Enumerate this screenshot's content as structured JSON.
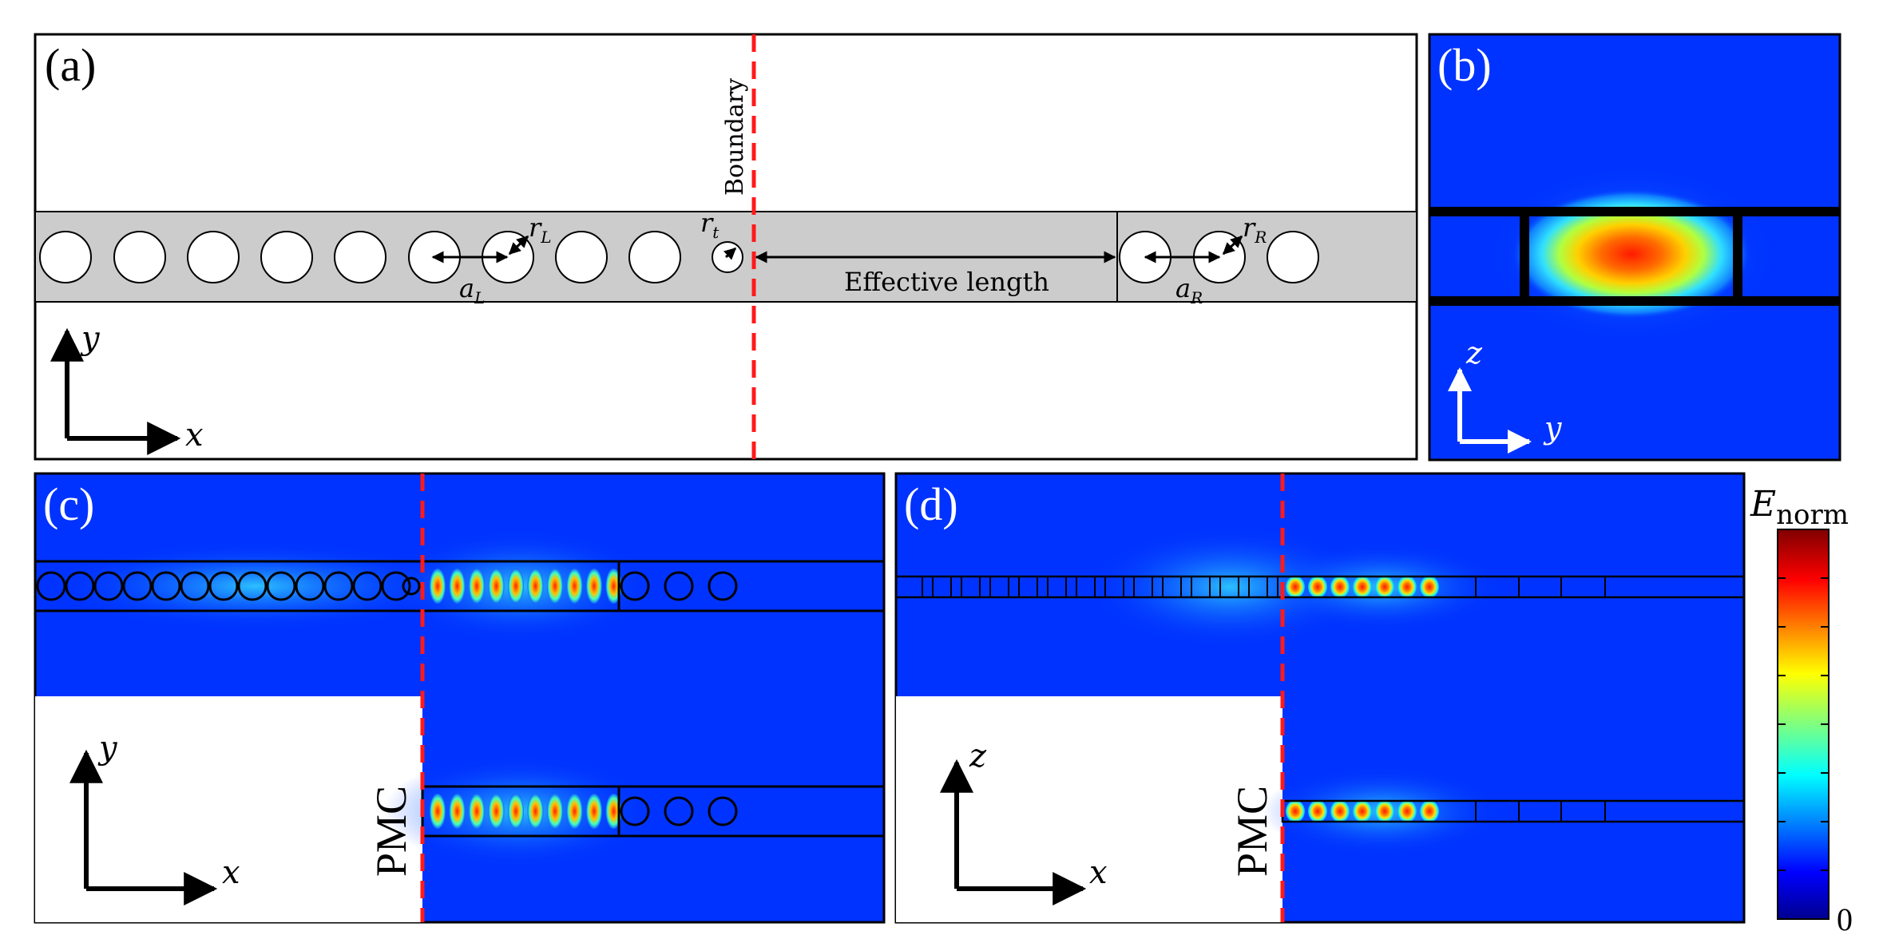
{
  "panels": {
    "a": {
      "label": "(a)",
      "boundary_label": "Boundary",
      "effective_length_label": "Effective length",
      "rL": "r",
      "rL_sub": "L",
      "rR": "r",
      "rR_sub": "R",
      "rt": "r",
      "rt_sub": "t",
      "aL": "a",
      "aL_sub": "L",
      "aR": "a",
      "aR_sub": "R",
      "axis_x": "x",
      "axis_y": "y"
    },
    "b": {
      "label": "(b)",
      "axis_z": "z",
      "axis_y": "y"
    },
    "c": {
      "label": "(c)",
      "pmc_label": "PMC",
      "axis_x": "x",
      "axis_y": "y"
    },
    "d": {
      "label": "(d)",
      "pmc_label": "PMC",
      "axis_x": "x",
      "axis_z": "z"
    }
  },
  "colorbar": {
    "title_main": "E",
    "title_sub": "norm",
    "min_label": "0",
    "colormap": "jet"
  },
  "colors": {
    "boundary_dashed_line": "#ff1a1a",
    "waveguide_fill": "#cccccc",
    "field_background": "#0033ff",
    "arrow": "#000000",
    "axis_arrow_b": "#ffffff"
  }
}
